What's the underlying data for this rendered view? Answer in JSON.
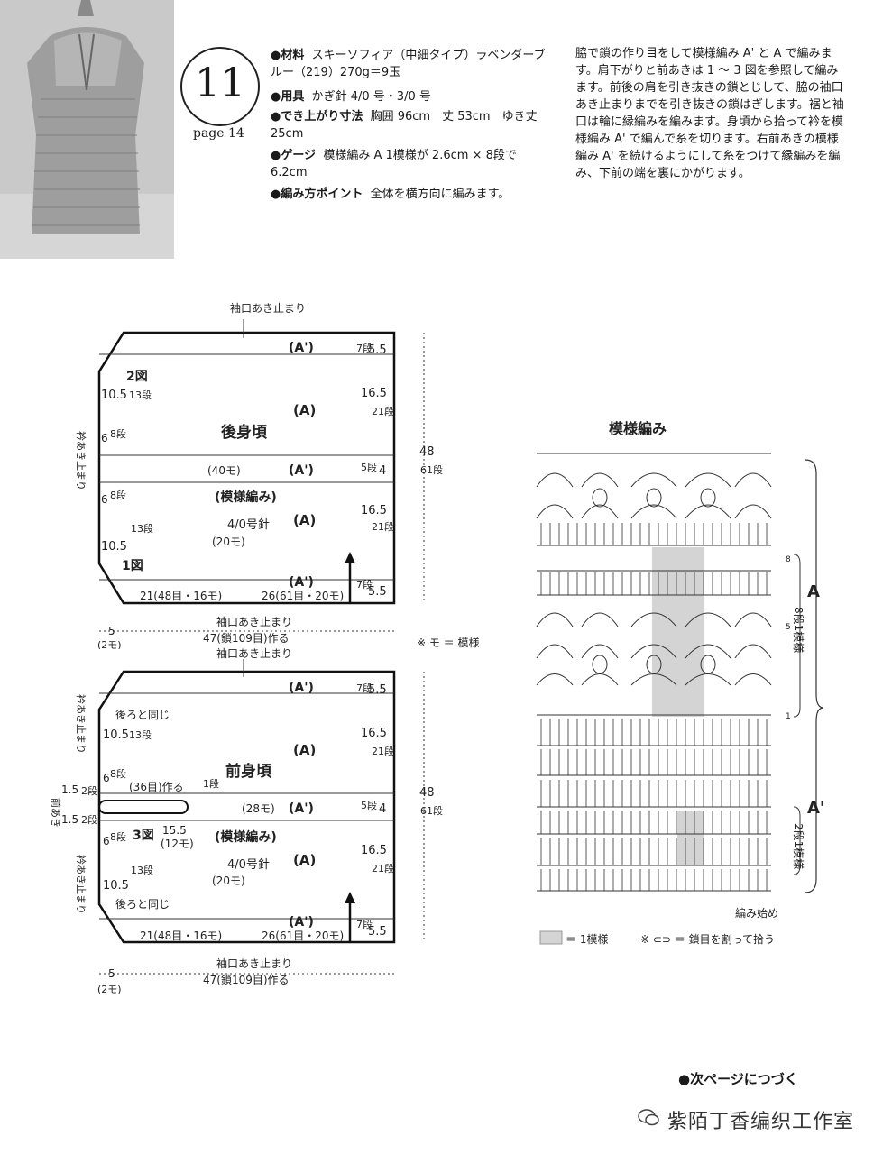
{
  "header": {
    "pattern_number": "11",
    "page_ref": "page 14"
  },
  "specs": {
    "materials_label": "●材料",
    "materials": "スキーソフィア（中細タイプ）ラベンダーブルー（219）270g＝9玉",
    "tools_label": "●用具",
    "tools": "かぎ針 4/0 号・3/0 号",
    "size_label": "●でき上がり寸法",
    "size": "胸囲 96cm　丈 53cm　ゆき丈 25cm",
    "gauge_label": "●ゲージ",
    "gauge": "模様編み A 1模様が 2.6cm × 8段で 6.2cm",
    "points_label": "●編み方ポイント",
    "points": "全体を横方向に編みます。"
  },
  "description": "脇で鎖の作り目をして模様編み A' と A で編みます。肩下がりと前あきは 1 ～ 3 図を参照して編みます。前後の肩を引き抜きの鎖とじして、脇の袖口あき止まりまでを引き抜きの鎖はぎします。裾と袖口は輪に縁編みを編みます。身頃から拾って衿を模様編み A' で編んで糸を切ります。右前あきの模様編み A' を続けるようにして糸をつけて縁編みを編み、下前の端を裏にかがります。",
  "back": {
    "cuff_top": "袖口あき止まり",
    "a_prime_top": "(A')",
    "top_rows": "7段",
    "top_cm": "5.5",
    "fig2": "2図",
    "upper_a": "(A)",
    "left_105": "10.5",
    "left_13": "13段",
    "right_165": "16.5",
    "right_21": "21段",
    "title": "後身頃",
    "collar": "衿あき止まり",
    "left_6": "6",
    "left_8": "8段",
    "mid_40": "(40モ)",
    "mid_a_prime": "(A')",
    "mid_rows": "5段",
    "mid_cm": "4",
    "pattern": "(模様編み)",
    "lower_a": "(A)",
    "needle": "4/0号針",
    "mid_20": "(20モ)",
    "fig1": "1図",
    "bottom_a_prime": "(A')",
    "bot_21": "21(48目・16モ)",
    "bot_26": "26(61目・20モ)",
    "total": "48",
    "total_rows": "61段",
    "cuff_bottom": "袖口あき止まり",
    "chain": "47(鎖109目)作る",
    "five": "5",
    "two_mo": "(2モ)",
    "note": "※ モ ＝ 模様"
  },
  "front": {
    "cuff_top": "袖口あき止まり",
    "a_prime_top": "(A')",
    "top_rows": "7段",
    "top_cm": "5.5",
    "same_back": "後ろと同じ",
    "left_105": "10.5",
    "left_13": "13段",
    "upper_a": "(A)",
    "right_165": "16.5",
    "right_21": "21段",
    "collar": "衿あき止まり",
    "left_6": "6",
    "left_8": "8段",
    "make_36": "(36目)作る",
    "one_row": "1段",
    "title": "前身頃",
    "left_15": "1.5",
    "left_2": "2段",
    "front_open": "前あき",
    "mid_28": "(28モ)",
    "mid_a_prime": "(A')",
    "mid_rows": "5段",
    "mid_cm": "4",
    "fig3": "3図",
    "w_155": "15.5",
    "w_12": "(12モ)",
    "pattern": "(模様編み)",
    "lower_a": "(A)",
    "needle": "4/0号針",
    "mid_20": "(20モ)",
    "same_back2": "後ろと同じ",
    "bottom_a_prime": "(A')",
    "bot_21": "21(48目・16モ)",
    "bot_26": "26(61目・20モ)",
    "total": "48",
    "total_rows": "61段",
    "cuff_bottom": "袖口あき止まり",
    "chain": "47(鎖109目)作る",
    "five": "5",
    "two_mo": "(2モ)"
  },
  "chart": {
    "title": "模様編み",
    "label_a": "A",
    "a_rows": "8段1模様",
    "label_a_prime": "A'",
    "ap_rows": "2段1模様",
    "start": "編み始め",
    "legend_repeat": "＝ 1模様",
    "legend_chain": "※ ⊂⊃ ＝ 鎖目を割って拾う",
    "row_8": "8",
    "row_5": "5",
    "row_1": "1"
  },
  "footer": {
    "next": "●次ページにつづく",
    "watermark": "紫陌丁香编织工作室"
  }
}
